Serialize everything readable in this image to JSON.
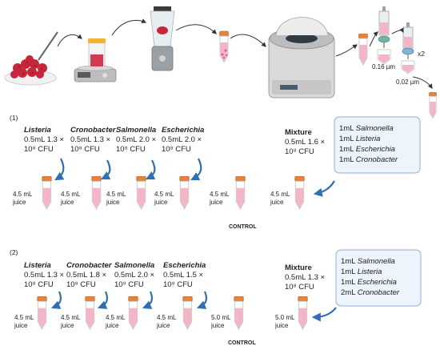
{
  "process": {
    "filter_1_label": "0.16 µm",
    "filter_2_label": "0.02 µm",
    "repeat_label": "x2"
  },
  "experiments": [
    {
      "number": "(1)",
      "species": [
        {
          "name": "Listeria",
          "line1": "0.5mL 1.3 ×",
          "line2": "10⁸ CFU"
        },
        {
          "name": "Cronobacter",
          "line1": "0.5mL 1.3 ×",
          "line2": "10⁸ CFU"
        },
        {
          "name": "Salmonella",
          "line1": "0.5mL 2.0 ×",
          "line2": "10⁸ CFU"
        },
        {
          "name": "Escherichia",
          "line1": "0.5mL 2.0 ×",
          "line2": "10⁸ CFU"
        }
      ],
      "mixture": {
        "name": "Mixture",
        "line1": "0.5mL 1.6 ×",
        "line2": "10⁸ CFU"
      },
      "mix_box": [
        {
          "amount": "1mL",
          "organism": "Salmonella"
        },
        {
          "amount": "1mL",
          "organism": "Listeria"
        },
        {
          "amount": "1mL",
          "organism": "Escherichia"
        },
        {
          "amount": "1mL",
          "organism": "Cronobacter"
        }
      ],
      "tube_labels": [
        [
          "4.5 mL",
          "juice"
        ],
        [
          "4.5 mL",
          "juice"
        ],
        [
          "4.5 mL",
          "juice"
        ],
        [
          "4.5 mL",
          "juice"
        ],
        [
          "4.5 mL",
          "juice"
        ],
        [
          "4.5 mL",
          "juice"
        ]
      ],
      "control_label": "CONTROL"
    },
    {
      "number": "(2)",
      "species": [
        {
          "name": "Listeria",
          "line1": "0.5mL 1.3 ×",
          "line2": "10⁸ CFU"
        },
        {
          "name": "Cronobacter",
          "line1": "0.5mL 1.8 ×",
          "line2": "10⁸ CFU"
        },
        {
          "name": "Salmonella",
          "line1": "0.5mL 2.0 ×",
          "line2": "10⁸ CFU"
        },
        {
          "name": "Escherichia",
          "line1": "0.5mL 1.5 ×",
          "line2": "10⁸ CFU"
        }
      ],
      "mixture": {
        "name": "Mixture",
        "line1": "0.5mL 1.3 ×",
        "line2": "10⁸ CFU"
      },
      "mix_box": [
        {
          "amount": "1mL",
          "organism": "Salmonella"
        },
        {
          "amount": "1mL",
          "organism": "Listeria"
        },
        {
          "amount": "1mL",
          "organism": "Escherichia"
        },
        {
          "amount": "2mL",
          "organism": "Cronobacter"
        }
      ],
      "tube_labels": [
        [
          "4.5 mL",
          "juice"
        ],
        [
          "4.5 mL",
          "juice"
        ],
        [
          "4.5 mL",
          "juice"
        ],
        [
          "4.5 mL",
          "juice"
        ],
        [
          "5.0 mL",
          "juice"
        ],
        [
          "5.0 mL",
          "juice"
        ]
      ],
      "control_label": "CONTROL"
    }
  ],
  "colors": {
    "tube_cap": "#e8823a",
    "tube_liquid": "#f4b6c6",
    "arrow": "#2f6fb3",
    "box_border": "#8fb0d9",
    "box_fill": "#eef4fb",
    "raspberry": "#c8243a"
  }
}
